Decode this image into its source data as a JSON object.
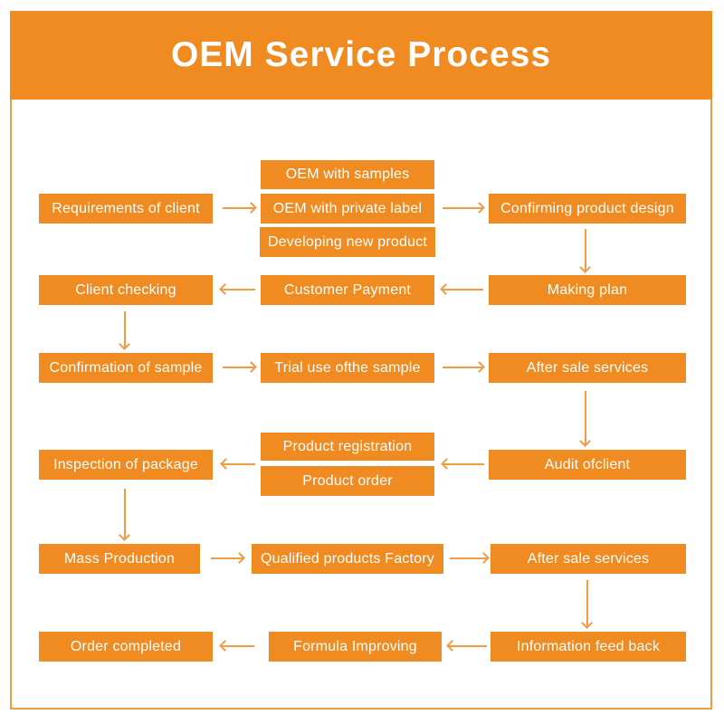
{
  "page": {
    "title": "OEM Service Process"
  },
  "colors": {
    "box_orange": "#ef8b20",
    "arrow_orange": "#f39a45",
    "frame_orange": "#f19a3e",
    "text_white": "#ffffff",
    "background": "#ffffff"
  },
  "nodes": [
    {
      "id": "requirements-of-client",
      "label": "Requirements of client"
    },
    {
      "id": "oem-with-samples",
      "label": "OEM with samples"
    },
    {
      "id": "oem-with-private-label",
      "label": "OEM with private label"
    },
    {
      "id": "developing-new-product",
      "label": "Developing new product"
    },
    {
      "id": "confirming-product-design",
      "label": "Confirming product design"
    },
    {
      "id": "making-plan",
      "label": "Making plan"
    },
    {
      "id": "customer-payment",
      "label": "Customer Payment"
    },
    {
      "id": "client-checking",
      "label": "Client checking"
    },
    {
      "id": "confirmation-of-sample",
      "label": "Confirmation of sample"
    },
    {
      "id": "trial-use-of-the-sample",
      "label": "Trial use ofthe sample"
    },
    {
      "id": "after-sale-services-1",
      "label": "After sale services"
    },
    {
      "id": "audit-of-client",
      "label": "Audit ofclient"
    },
    {
      "id": "product-registration",
      "label": "Product registration"
    },
    {
      "id": "product-order",
      "label": "Product order"
    },
    {
      "id": "inspection-of-package",
      "label": "Inspection of package"
    },
    {
      "id": "mass-production",
      "label": "Mass Production"
    },
    {
      "id": "qualified-products-factory",
      "label": "Qualified products Factory"
    },
    {
      "id": "after-sale-services-2",
      "label": "After sale services"
    },
    {
      "id": "information-feed-back",
      "label": "Information feed back"
    },
    {
      "id": "formula-improving",
      "label": "Formula Improving"
    },
    {
      "id": "order-completed",
      "label": "Order completed"
    }
  ],
  "edges": [
    {
      "from": "requirements-of-client",
      "to": "oem-option-stack",
      "direction": "right"
    },
    {
      "from": "oem-option-stack",
      "to": "confirming-product-design",
      "direction": "right"
    },
    {
      "from": "confirming-product-design",
      "to": "making-plan",
      "direction": "down"
    },
    {
      "from": "making-plan",
      "to": "customer-payment",
      "direction": "left"
    },
    {
      "from": "customer-payment",
      "to": "client-checking",
      "direction": "left"
    },
    {
      "from": "client-checking",
      "to": "confirmation-of-sample",
      "direction": "down"
    },
    {
      "from": "confirmation-of-sample",
      "to": "trial-use-of-the-sample",
      "direction": "right"
    },
    {
      "from": "trial-use-of-the-sample",
      "to": "after-sale-services-1",
      "direction": "right"
    },
    {
      "from": "after-sale-services-1",
      "to": "audit-of-client",
      "direction": "down"
    },
    {
      "from": "audit-of-client",
      "to": "product-stack",
      "direction": "left"
    },
    {
      "from": "product-stack",
      "to": "inspection-of-package",
      "direction": "left"
    },
    {
      "from": "inspection-of-package",
      "to": "mass-production",
      "direction": "down"
    },
    {
      "from": "mass-production",
      "to": "qualified-products-factory",
      "direction": "right"
    },
    {
      "from": "qualified-products-factory",
      "to": "after-sale-services-2",
      "direction": "right"
    },
    {
      "from": "after-sale-services-2",
      "to": "information-feed-back",
      "direction": "down"
    },
    {
      "from": "information-feed-back",
      "to": "formula-improving",
      "direction": "left"
    },
    {
      "from": "formula-improving",
      "to": "order-completed",
      "direction": "left"
    }
  ]
}
